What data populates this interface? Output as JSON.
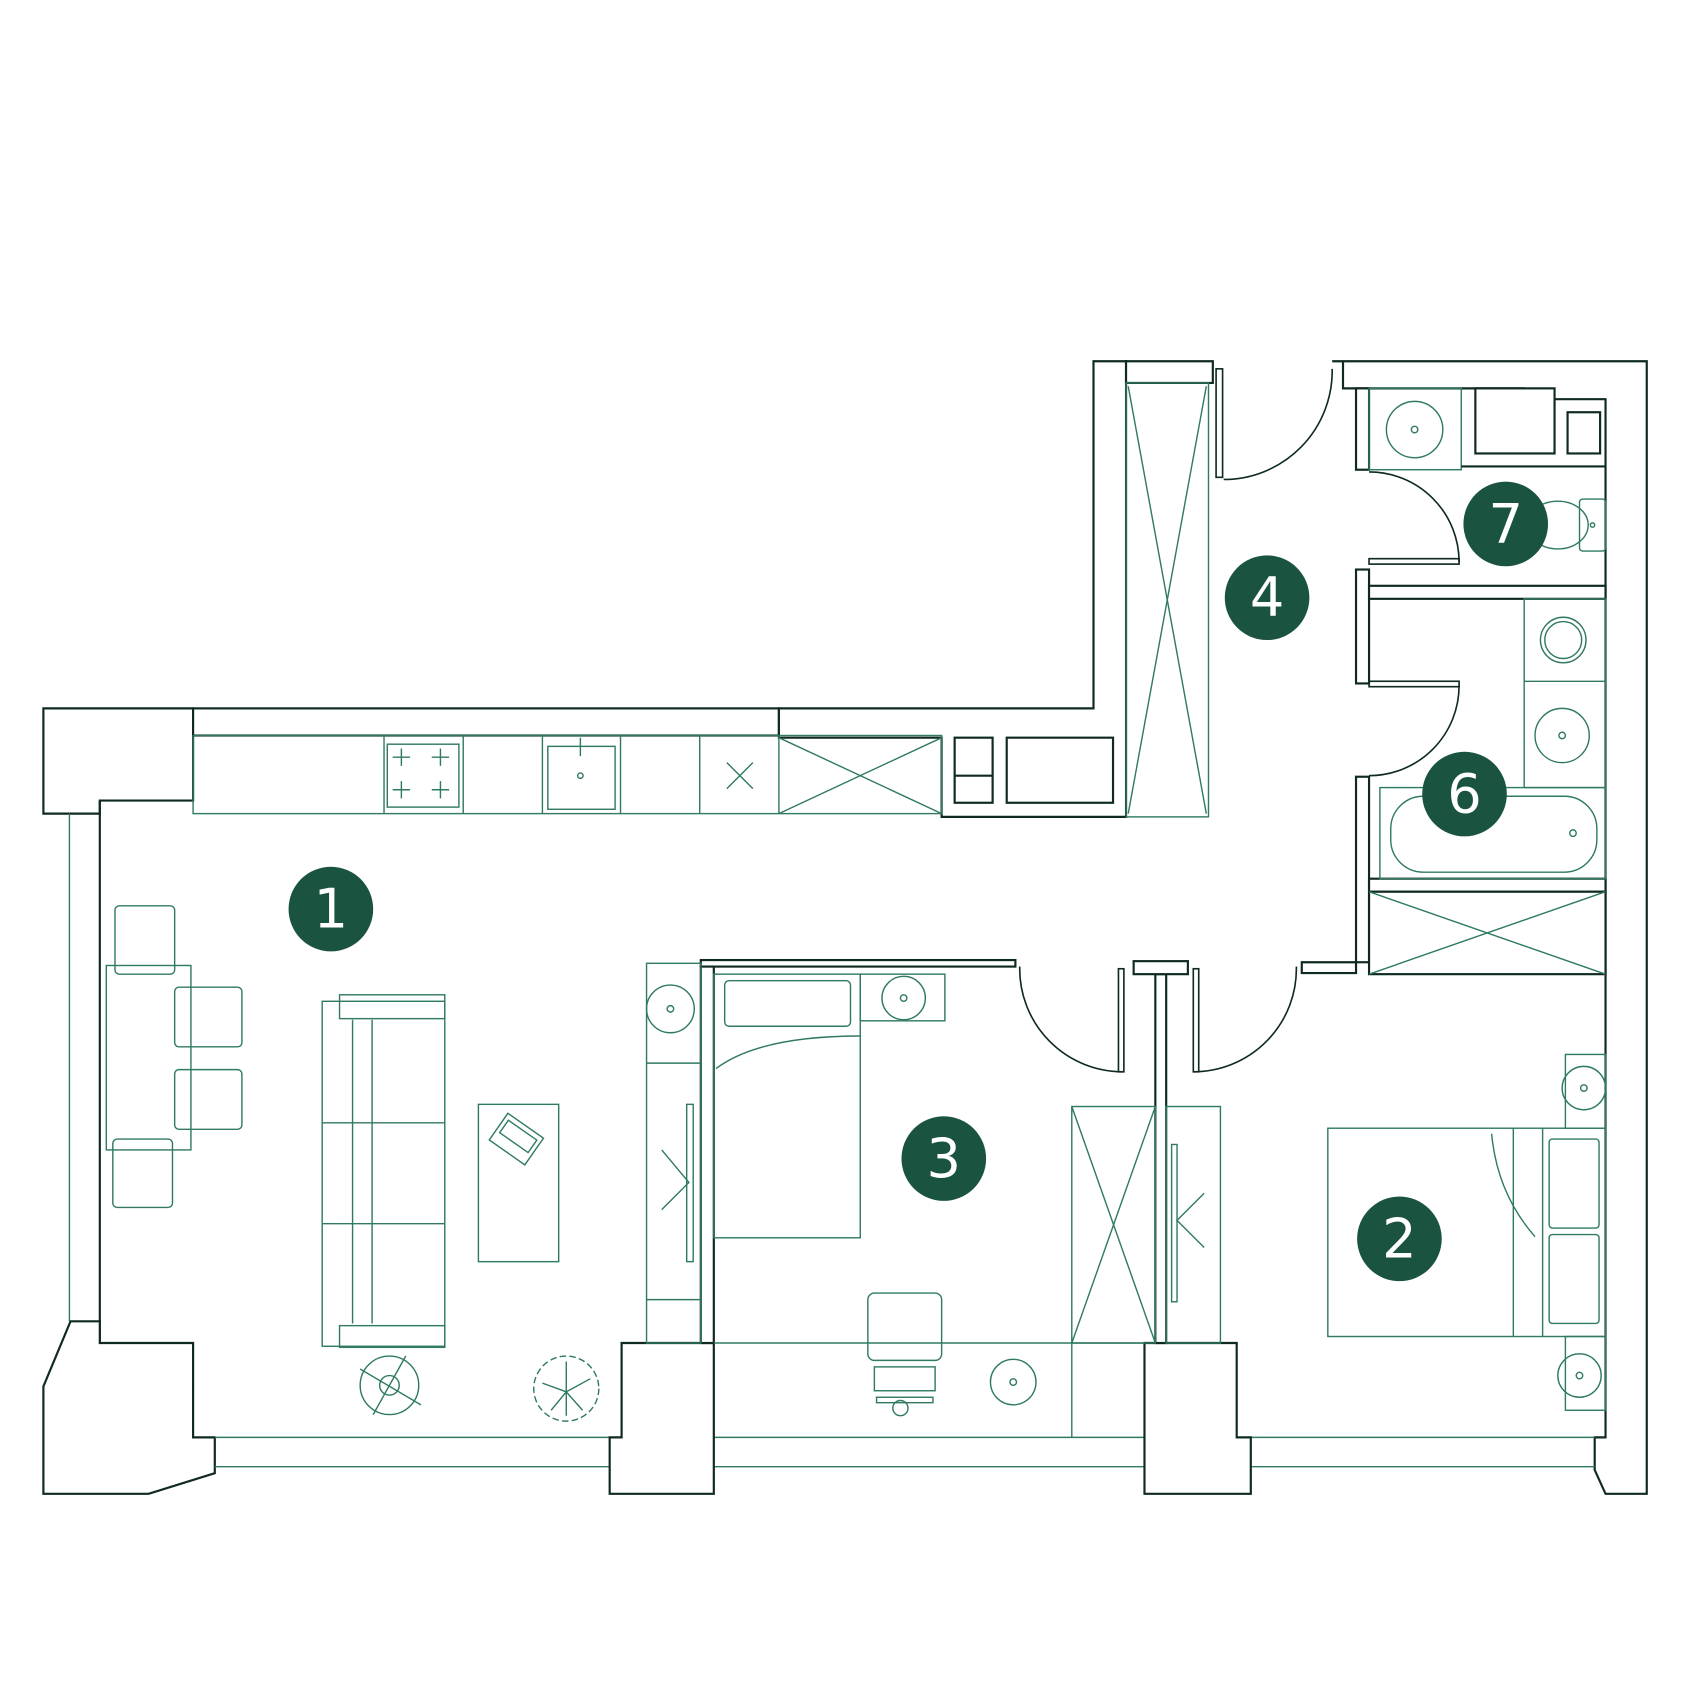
{
  "colors": {
    "wall": "#0f2a20",
    "furniture": "#2f7a60",
    "badge": "#1a5440",
    "badge_text": "#ffffff"
  },
  "rooms": [
    {
      "id": "room-1",
      "label": "1"
    },
    {
      "id": "room-2",
      "label": "2"
    },
    {
      "id": "room-3",
      "label": "3"
    },
    {
      "id": "room-4",
      "label": "4"
    },
    {
      "id": "room-6",
      "label": "6"
    },
    {
      "id": "room-7",
      "label": "7"
    }
  ]
}
